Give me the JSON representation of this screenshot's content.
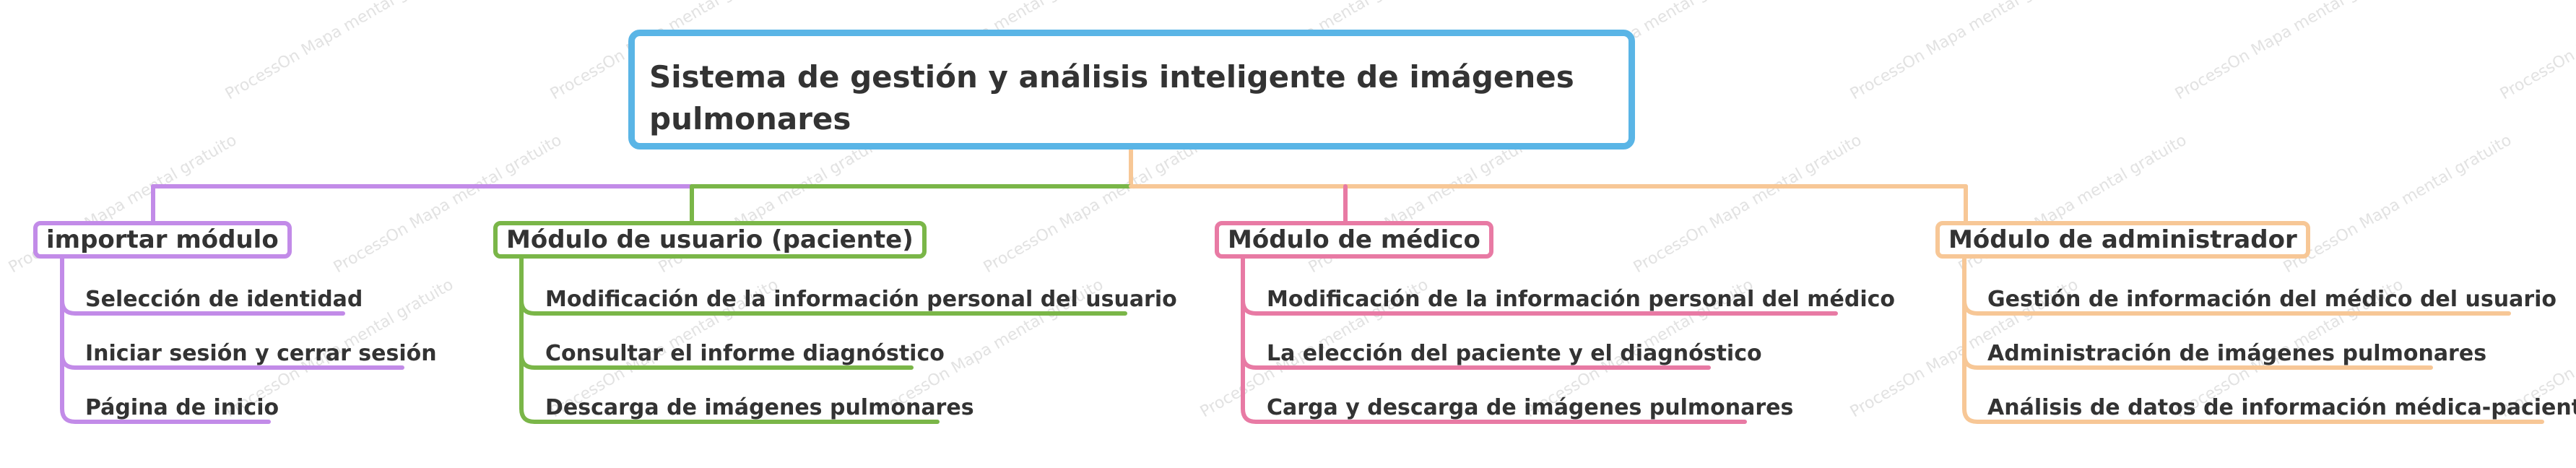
{
  "root": {
    "title": "Sistema de gestión y análisis inteligente de imágenes pulmonares"
  },
  "branches": [
    {
      "title": "importar módulo",
      "color": "#c28be8",
      "items": [
        "Selección de identidad",
        "Iniciar sesión y cerrar sesión",
        "Página de inicio"
      ]
    },
    {
      "title": "Módulo de usuario (paciente)",
      "color": "#7ab648",
      "items": [
        "Modificación de la información personal del usuario",
        "Consultar el informe diagnóstico",
        "Descarga de imágenes pulmonares"
      ]
    },
    {
      "title": "Módulo de médico",
      "color": "#e87aa4",
      "items": [
        "Modificación de la información personal del médico",
        "La elección del paciente y el diagnóstico",
        "Carga y descarga de imágenes pulmonares"
      ]
    },
    {
      "title": "Módulo de administrador",
      "color": "#f7c796",
      "items": [
        "Gestión de información del médico del usuario",
        "Administración de imágenes pulmonares",
        "Análisis de datos de información médica-paciente"
      ]
    }
  ],
  "watermark": "ProcessOn Mapa mental gratuito",
  "colors": {
    "root_border": "#5ab5e6"
  }
}
